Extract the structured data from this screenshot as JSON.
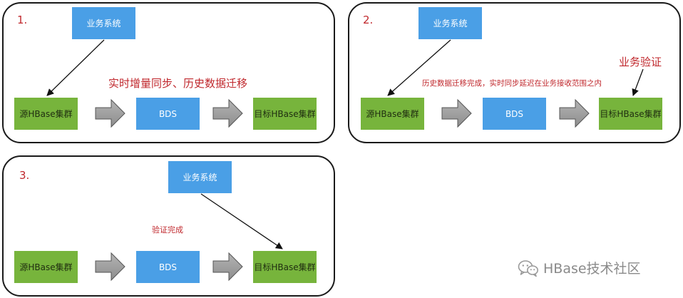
{
  "panel1": {
    "step": "1.",
    "system": "业务系统",
    "source": "源HBase集群",
    "bds": "BDS",
    "target": "目标HBase集群",
    "note": "实时增量同步、历史数据迁移"
  },
  "panel2": {
    "step": "2.",
    "system": "业务系统",
    "source": "源HBase集群",
    "bds": "BDS",
    "target": "目标HBase集群",
    "note": "历史数据迁移完成，实时同步延迟在业务接收范围之内",
    "verify": "业务验证"
  },
  "panel3": {
    "step": "3.",
    "system": "业务系统",
    "source": "源HBase集群",
    "bds": "BDS",
    "target": "目标HBase集群",
    "note": "验证完成"
  },
  "watermark": {
    "text": "HBase技术社区",
    "icon": "wechat-icon"
  },
  "colors": {
    "blue": "#4a9fe6",
    "green": "#77b43c",
    "red": "#c0282d",
    "arrow_gray": "#9b9b9b"
  }
}
